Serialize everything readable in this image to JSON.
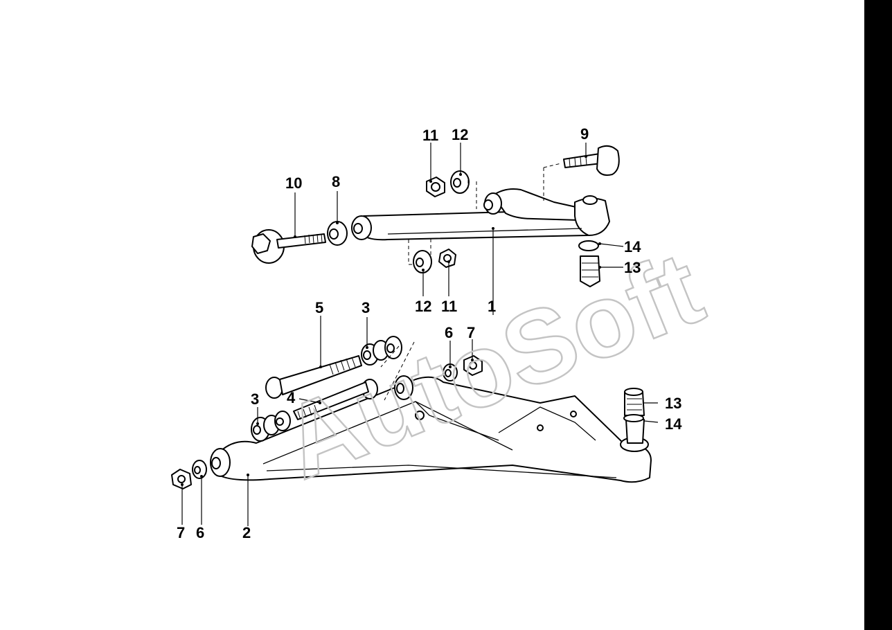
{
  "watermark": {
    "text": "AutoSoft"
  },
  "callouts": {
    "c1": "1",
    "c2": "2",
    "c3a": "3",
    "c3b": "3",
    "c4": "4",
    "c5": "5",
    "c6a": "6",
    "c6b": "6",
    "c7a": "7",
    "c7b": "7",
    "c8": "8",
    "c9": "9",
    "c10": "10",
    "c11a": "11",
    "c11b": "11",
    "c12a": "12",
    "c12b": "12",
    "c13a": "13",
    "c13b": "13",
    "c14a": "14",
    "c14b": "14"
  },
  "colors": {
    "background": "#ffffff",
    "ink": "#000000",
    "watermark": "#c4c4c4",
    "edge_bar": "#000000"
  }
}
